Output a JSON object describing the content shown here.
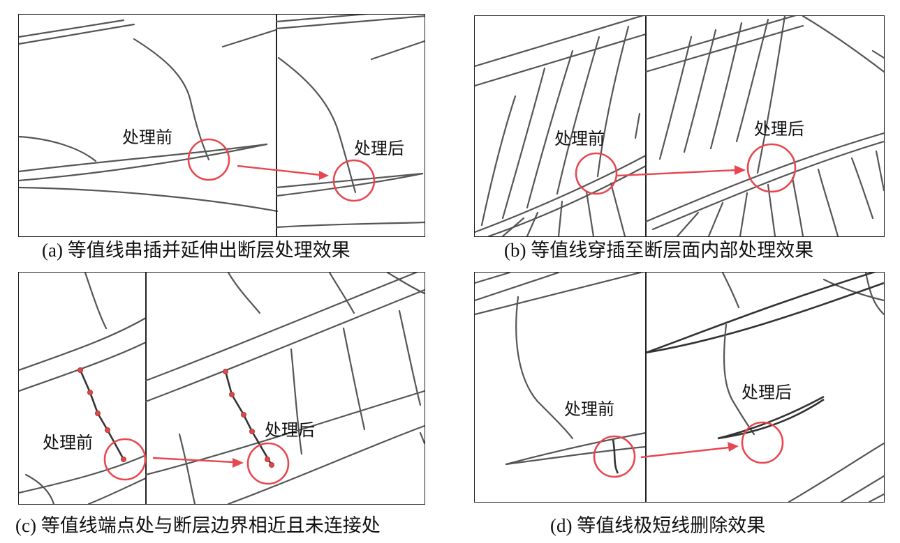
{
  "panels": [
    {
      "id": "a",
      "caption": "(a) 等值线串插并延伸出断层处理效果",
      "label_before": "处理前",
      "label_after": "处理后"
    },
    {
      "id": "b",
      "caption": "(b) 等值线穿插至断层面内部处理效果",
      "label_before": "处理前",
      "label_after": "处理后"
    },
    {
      "id": "c",
      "caption": "(c) 等值线端点处与断层边界相近且未连接处",
      "label_before": "处理前",
      "label_after": "处理后"
    },
    {
      "id": "d",
      "caption": "(d) 等值线极短线删除效果",
      "label_before": "处理前",
      "label_after": "处理后"
    }
  ],
  "colors": {
    "highlight": "#e8474f",
    "contour": "#555555",
    "border": "#222222"
  }
}
